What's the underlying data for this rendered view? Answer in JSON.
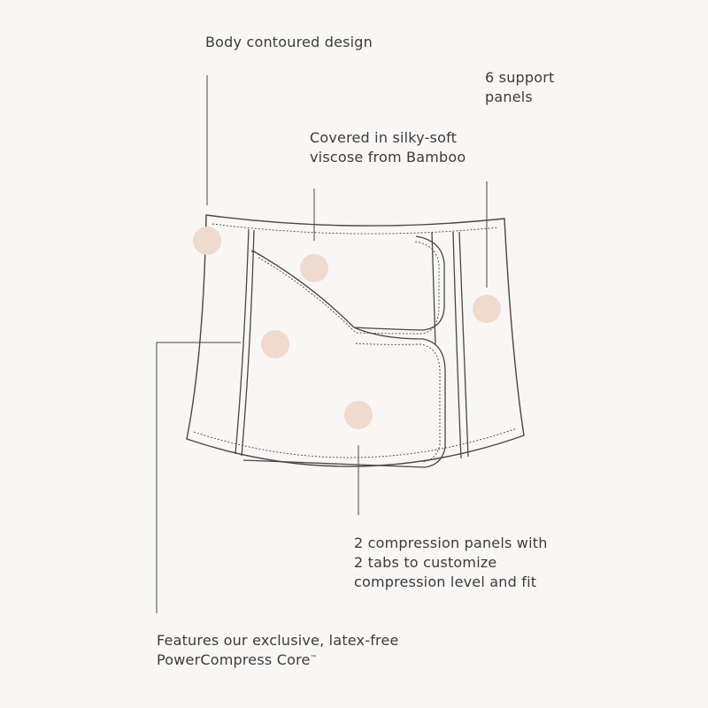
{
  "labels": {
    "body_contoured": "Body contoured design",
    "support_panels": [
      "6 support",
      "panels"
    ],
    "silky_soft": [
      "Covered in silky-soft",
      "viscose from Bamboo"
    ],
    "compression_panels": [
      "2 compression panels with",
      "2 tabs to customize",
      "compression level and fit"
    ],
    "power_compress": [
      "Features our exclusive, latex-free",
      "PowerCompress Core"
    ],
    "trademark": "™"
  },
  "colors": {
    "background": "#f8f7f6",
    "line": "#4a4746",
    "dot": "#f0d9cd",
    "text": "#3d3b3a"
  }
}
